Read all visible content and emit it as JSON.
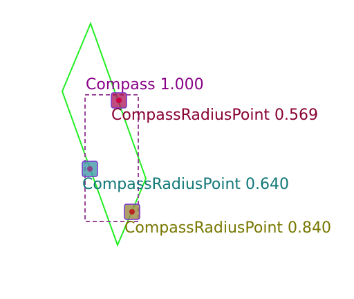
{
  "colors": {
    "compass_outline": "#22ee22",
    "compass_box": "#994499",
    "compass_label": "#880088",
    "point1": "#aa1155",
    "point1_label": "#880033",
    "point2": "#4499aa",
    "point2_label": "#117777",
    "point3": "#998844",
    "point3_label": "#777700",
    "point_box_border": "#7733cc"
  },
  "detections": [
    {
      "id": "compass",
      "label": "Compass 1.000",
      "class": "Compass",
      "score": 1.0
    },
    {
      "id": "point1",
      "label": "CompassRadiusPoint 0.569",
      "class": "CompassRadiusPoint",
      "score": 0.569
    },
    {
      "id": "point2",
      "label": "CompassRadiusPoint 0.640",
      "class": "CompassRadiusPoint",
      "score": 0.64
    },
    {
      "id": "point3",
      "label": "CompassRadiusPoint 0.840",
      "class": "CompassRadiusPoint",
      "score": 0.84
    }
  ]
}
